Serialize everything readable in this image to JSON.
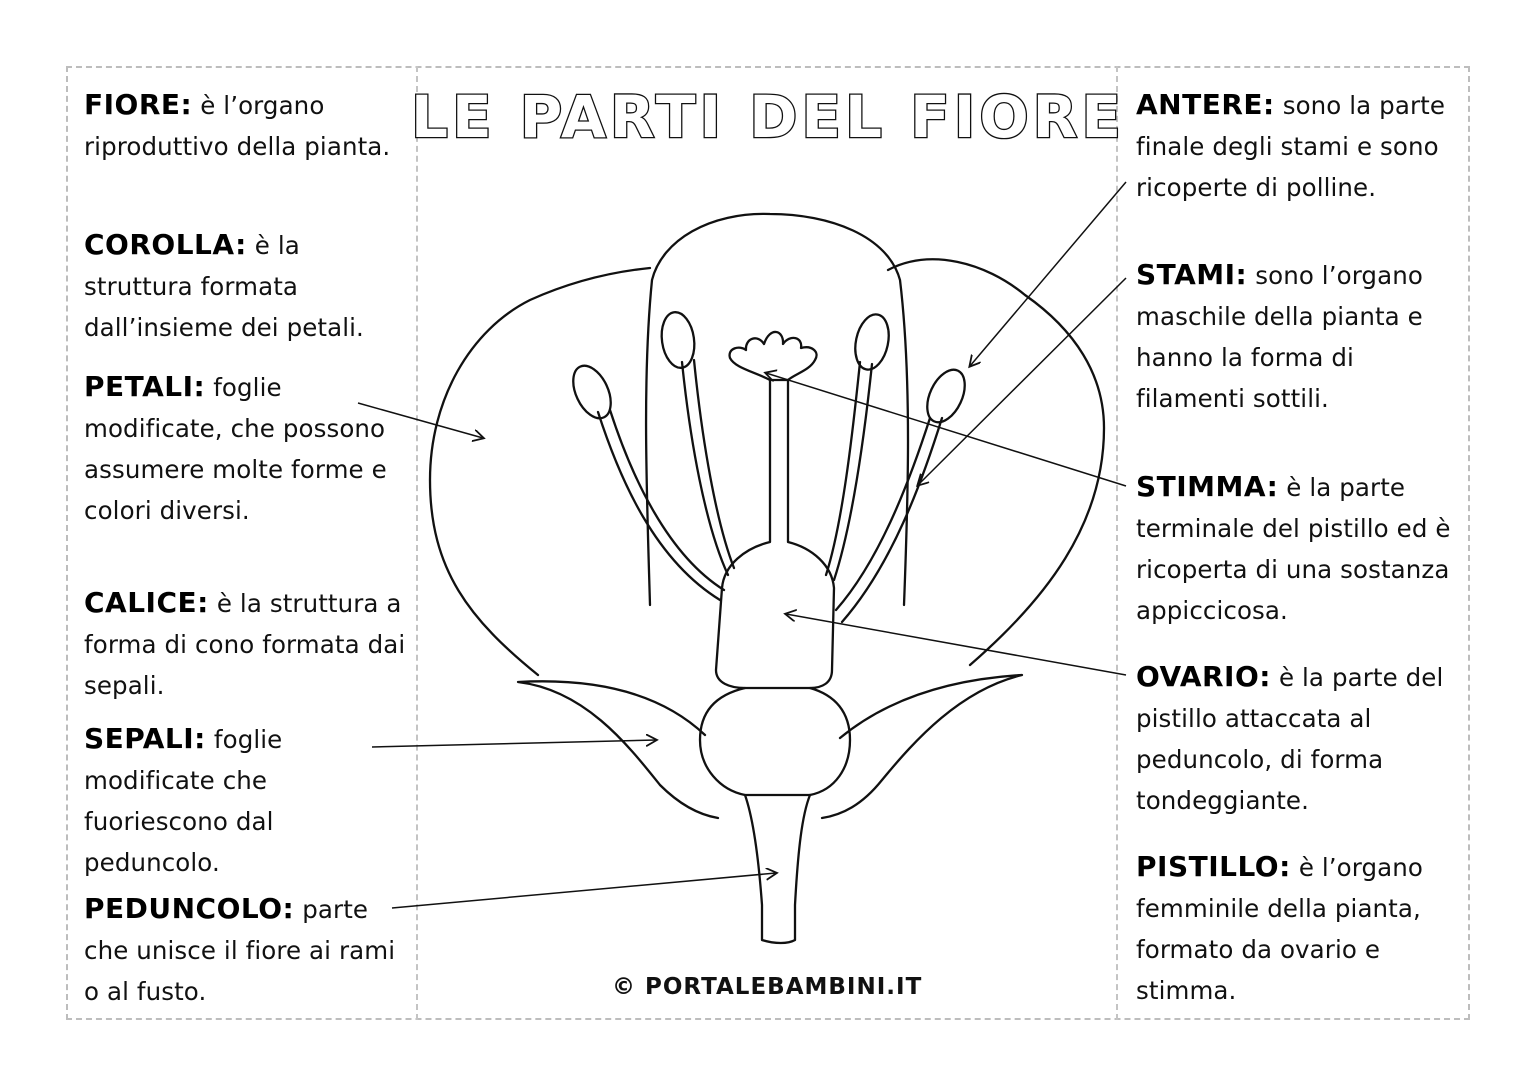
{
  "title": "LE PARTI DEL FIORE",
  "copyright": "© PORTALEBAMBINI.IT",
  "left_column": [
    {
      "term": "FIORE:",
      "description": "è l’organo riproduttivo della pianta."
    },
    {
      "term": "COROLLA:",
      "description": "è la struttura formata dall’insieme dei petali."
    },
    {
      "term": "PETALI:",
      "description": "foglie modificate, che possono assumere molte forme e colori diversi."
    },
    {
      "term": "CALICE:",
      "description": "è la struttura a forma di cono formata dai sepali."
    },
    {
      "term": "SEPALI:",
      "description": "foglie modificate che fuoriescono dal peduncolo."
    },
    {
      "term": "PEDUNCOLO:",
      "description": "parte che unisce il fiore ai rami o al fusto."
    }
  ],
  "right_column": [
    {
      "term": "ANTERE:",
      "description": "sono la parte finale degli stami e sono ricoperte di polline."
    },
    {
      "term": "STAMI:",
      "description": "sono l’organo maschile della pianta e hanno la forma di filamenti sottili."
    },
    {
      "term": "STIMMA:",
      "description": "è la parte terminale del pistillo ed è ricoperta di una sostanza appiccicosa."
    },
    {
      "term": "OVARIO:",
      "description": "è la parte del pistillo attaccata al peduncolo, di forma tondeggiante."
    },
    {
      "term": "PISTILLO:",
      "description": "è l’organo femminile della pianta, formato da ovario e stimma."
    }
  ],
  "colors": {
    "line": "#111111",
    "dashed_border": "#bdbdbd"
  }
}
